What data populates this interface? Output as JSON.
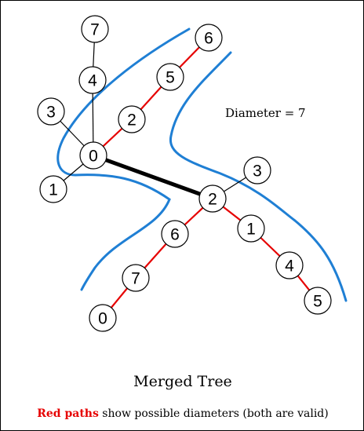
{
  "diagram": {
    "title": "Merged Tree",
    "annotation": "Diameter = 7",
    "note_highlight": "Red paths",
    "note_rest": " show possible diameters (both are valid)",
    "colors": {
      "highlight": "#e60000",
      "normal_edge": "#000000",
      "merge_edge": "#000000",
      "boundary": "#1f7fd4"
    },
    "nodes": [
      {
        "id": "A0",
        "label": "0"
      },
      {
        "id": "A1",
        "label": "1"
      },
      {
        "id": "A3",
        "label": "3"
      },
      {
        "id": "A4",
        "label": "4"
      },
      {
        "id": "A7",
        "label": "7"
      },
      {
        "id": "A2",
        "label": "2"
      },
      {
        "id": "A5",
        "label": "5"
      },
      {
        "id": "A6",
        "label": "6"
      },
      {
        "id": "B2",
        "label": "2"
      },
      {
        "id": "B3",
        "label": "3"
      },
      {
        "id": "B1",
        "label": "1"
      },
      {
        "id": "B4",
        "label": "4"
      },
      {
        "id": "B5",
        "label": "5"
      },
      {
        "id": "B6",
        "label": "6"
      },
      {
        "id": "B7",
        "label": "7"
      },
      {
        "id": "B0",
        "label": "0"
      }
    ],
    "edges": [
      {
        "from": "A7",
        "to": "A4",
        "kind": "normal"
      },
      {
        "from": "A4",
        "to": "A0",
        "kind": "normal"
      },
      {
        "from": "A3",
        "to": "A0",
        "kind": "normal"
      },
      {
        "from": "A1",
        "to": "A0",
        "kind": "normal"
      },
      {
        "from": "A0",
        "to": "A2",
        "kind": "highlight"
      },
      {
        "from": "A2",
        "to": "A5",
        "kind": "highlight"
      },
      {
        "from": "A5",
        "to": "A6",
        "kind": "highlight"
      },
      {
        "from": "A0",
        "to": "B2",
        "kind": "merge"
      },
      {
        "from": "B2",
        "to": "B3",
        "kind": "normal"
      },
      {
        "from": "B2",
        "to": "B1",
        "kind": "highlight"
      },
      {
        "from": "B1",
        "to": "B4",
        "kind": "highlight"
      },
      {
        "from": "B4",
        "to": "B5",
        "kind": "highlight"
      },
      {
        "from": "B2",
        "to": "B6",
        "kind": "highlight"
      },
      {
        "from": "B6",
        "to": "B7",
        "kind": "highlight"
      },
      {
        "from": "B7",
        "to": "B0",
        "kind": "highlight"
      }
    ]
  }
}
